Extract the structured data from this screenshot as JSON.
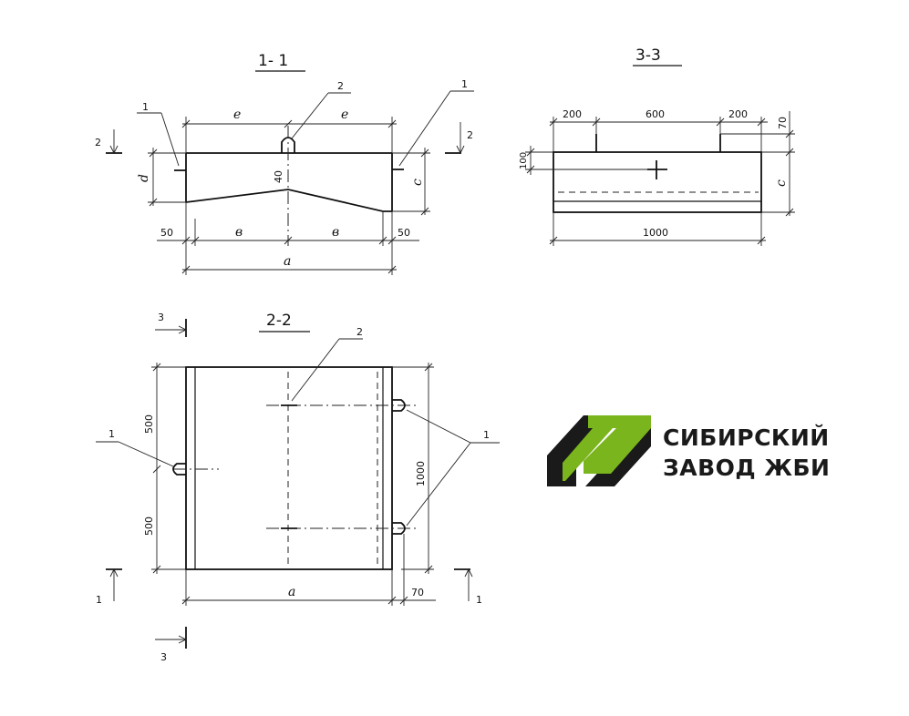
{
  "sections": {
    "s11": "1- 1",
    "s33": "3-3",
    "s22": "2-2"
  },
  "dims": {
    "e": "e",
    "b": "в",
    "a": "а",
    "c": "с",
    "d": "d",
    "d40": "40",
    "d50": "50",
    "d70": "70",
    "d100": "100",
    "d200": "200",
    "d600": "600",
    "d500": "500",
    "d1000": "1000"
  },
  "marks": {
    "one": "1",
    "two": "2",
    "three": "3"
  },
  "brand": {
    "line1": "СИБИРСКИЙ",
    "line2": "ЗАВОД ЖБИ",
    "color_green": "#7ab51d",
    "color_dark": "#1a1a1a"
  }
}
